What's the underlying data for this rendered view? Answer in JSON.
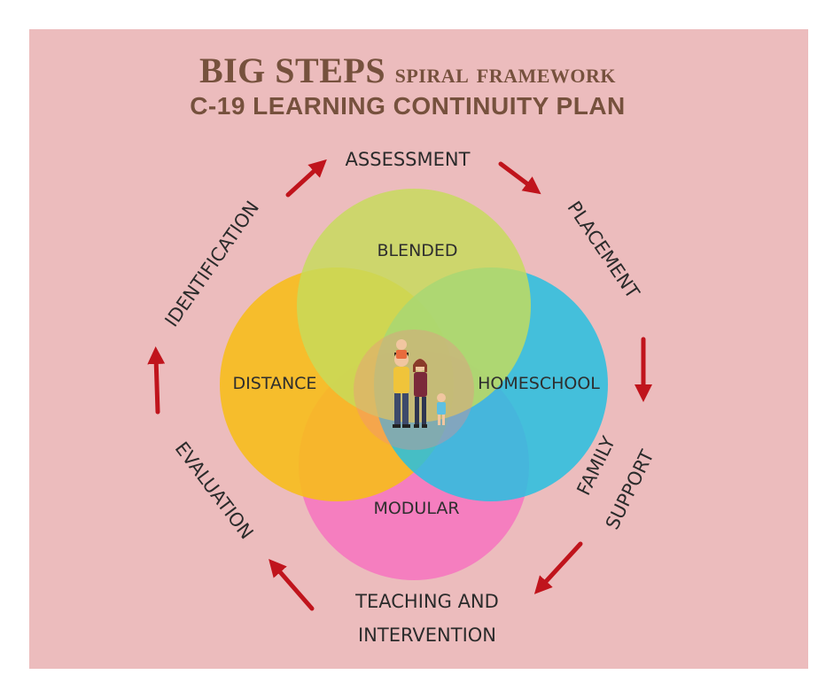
{
  "title": {
    "line1_big": "BIG STEPS",
    "line1_small": "spiral framework",
    "line2": "C-19 LEARNING CONTINUITY PLAN"
  },
  "cycle": {
    "assessment": "ASSESSMENT",
    "placement": "PLACEMENT",
    "family_support_1": "FAMILY",
    "family_support_2": "SUPPORT",
    "teaching_1": "TEACHING AND",
    "teaching_2": "INTERVENTION",
    "evaluation": "EVALUATION",
    "identification": "IDENTIFICATION"
  },
  "venn": {
    "blended": "BLENDED",
    "distance": "DISTANCE",
    "homeschool": "HOMESCHOOL",
    "modular": "MODULAR"
  },
  "colors": {
    "background": "#ecbcbd",
    "title": "#76513d",
    "arrow": "#c0141c",
    "blended": "#c6dc5a",
    "distance": "#f7bd1c",
    "homeschool": "#27bfe0",
    "modular": "#f57abf"
  }
}
